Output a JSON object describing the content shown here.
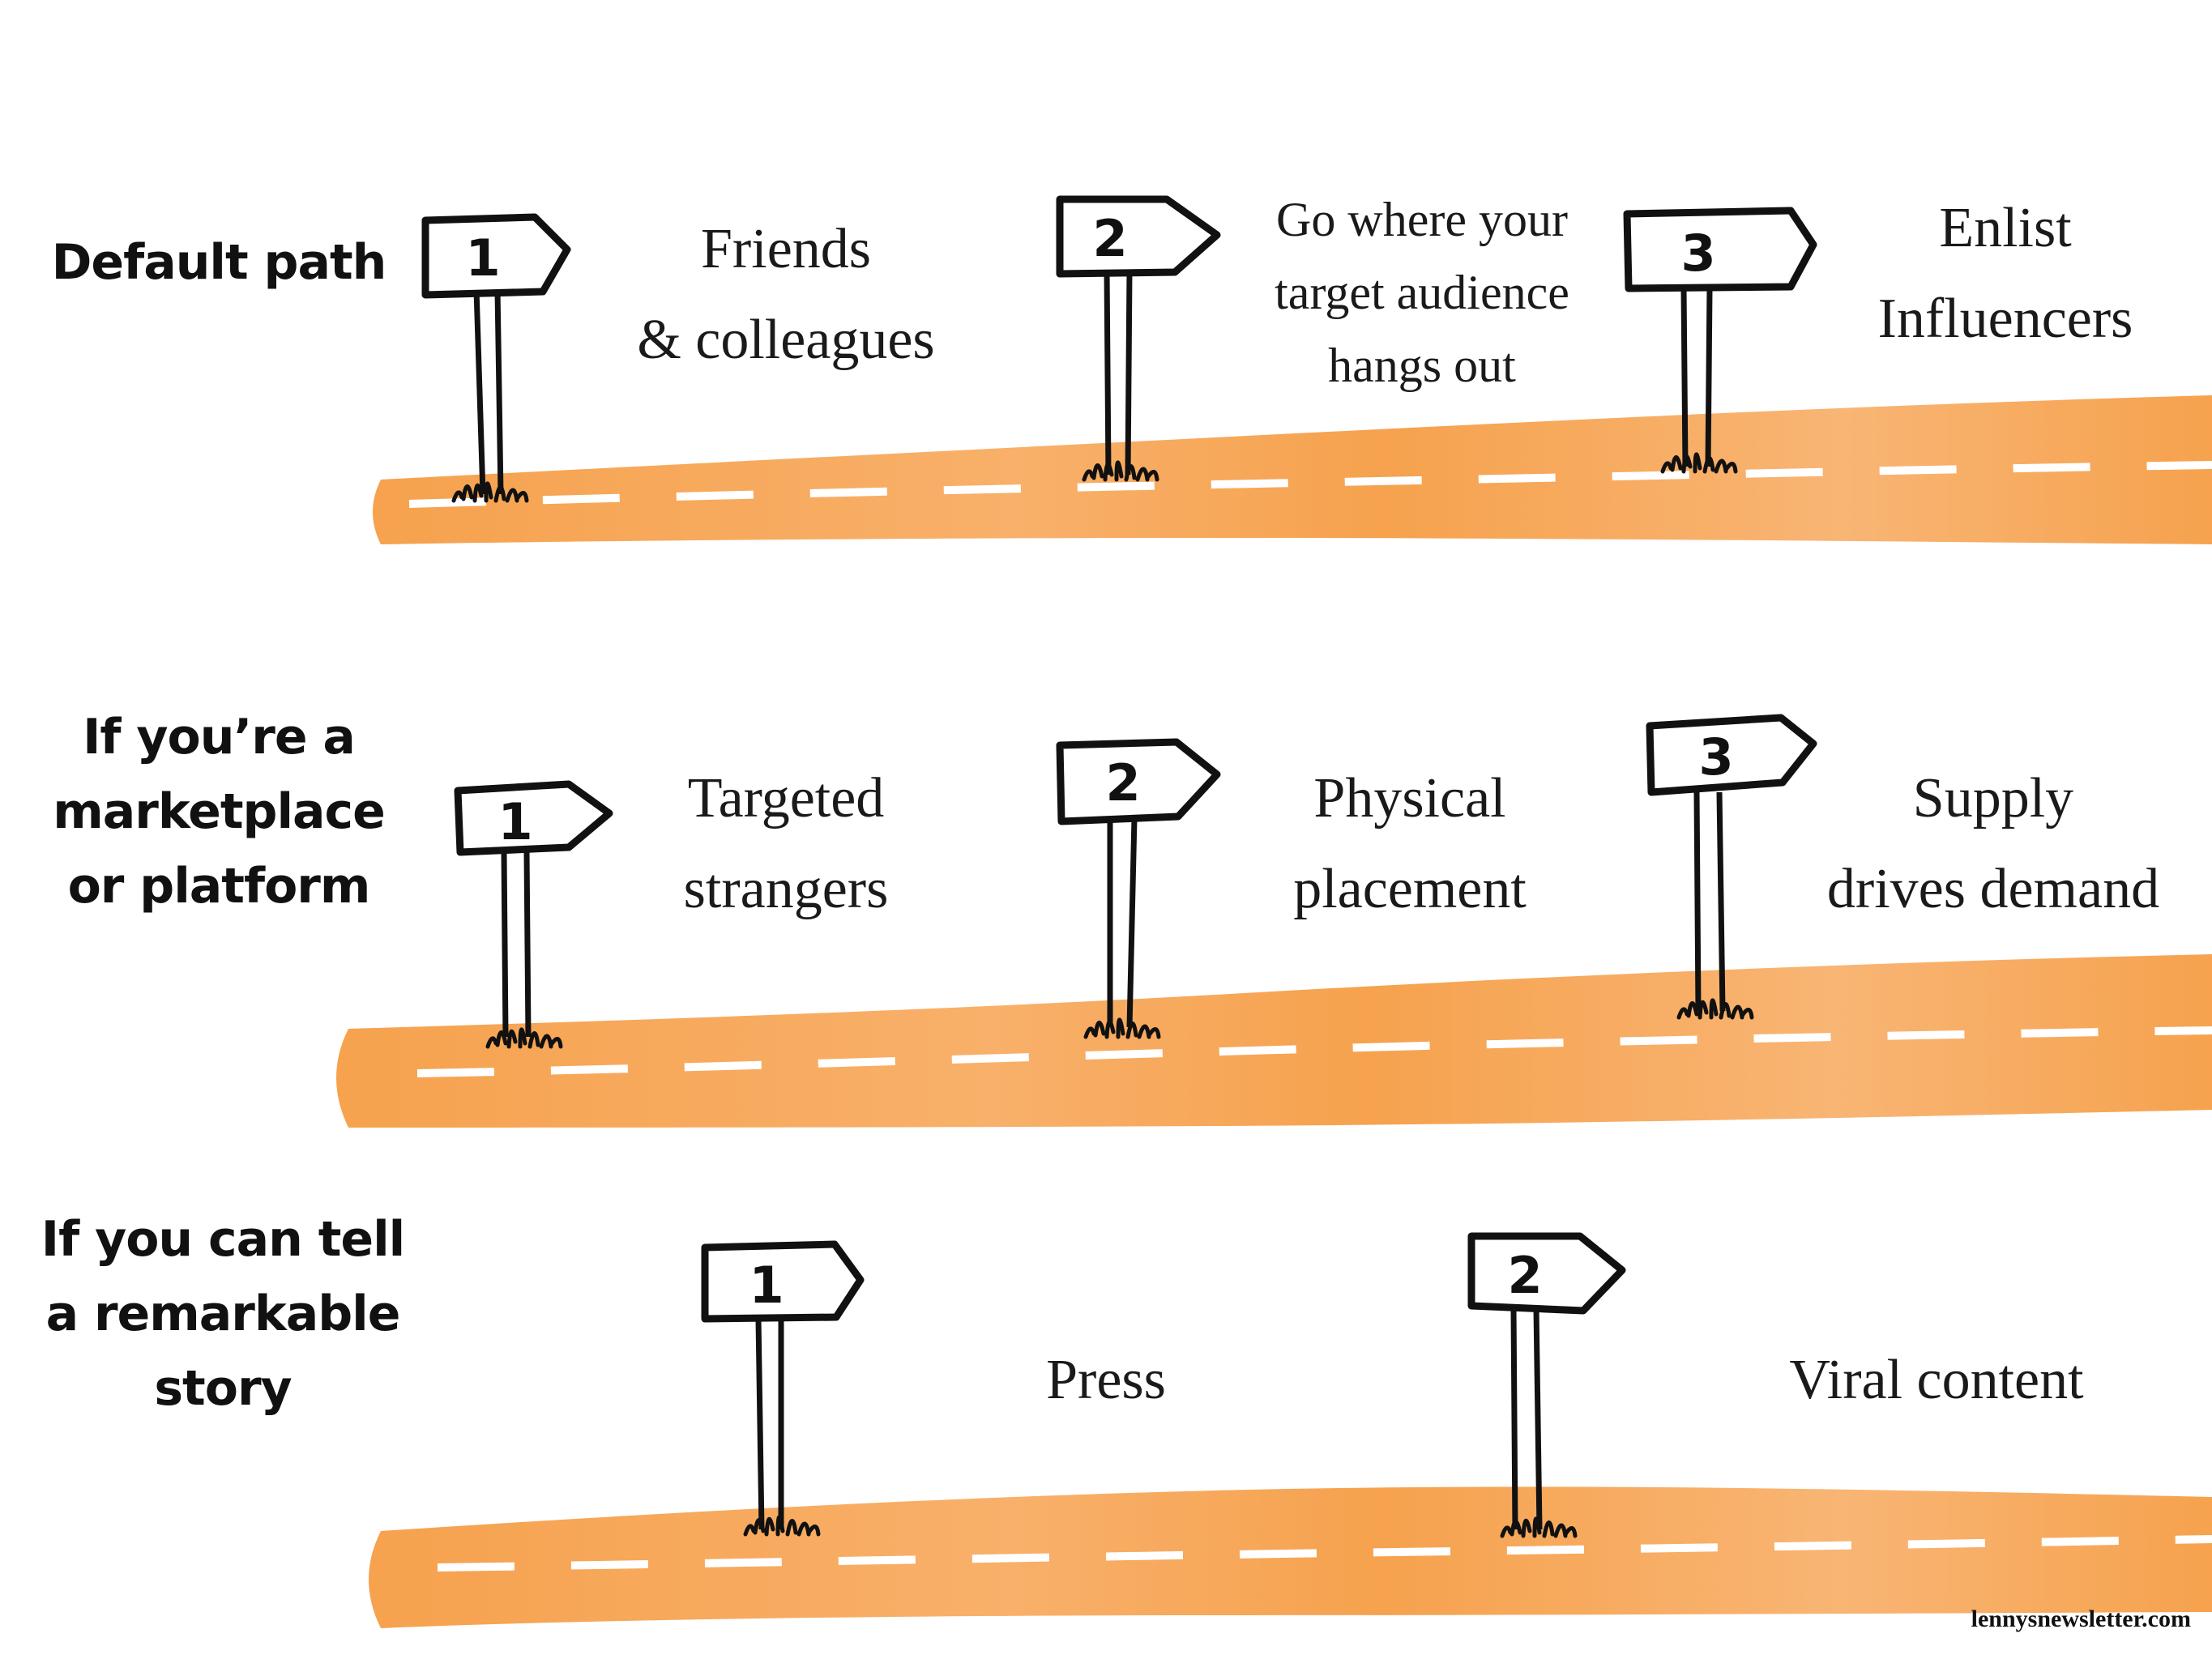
{
  "rows": [
    {
      "label": [
        "Default path"
      ],
      "steps": [
        {
          "number": "1",
          "text": [
            "Friends",
            "& colleagues"
          ]
        },
        {
          "number": "2",
          "text": [
            "Go where your",
            "target audience",
            "hangs out"
          ]
        },
        {
          "number": "3",
          "text": [
            "Enlist",
            "Influencers"
          ]
        }
      ]
    },
    {
      "label": [
        "If you’re a",
        "marketplace",
        "or platform"
      ],
      "steps": [
        {
          "number": "1",
          "text": [
            "Targeted",
            "strangers"
          ]
        },
        {
          "number": "2",
          "text": [
            "Physical",
            "placement"
          ]
        },
        {
          "number": "3",
          "text": [
            "Supply",
            "drives demand"
          ]
        }
      ]
    },
    {
      "label": [
        "If you can tell",
        "a remarkable",
        "story"
      ],
      "steps": [
        {
          "number": "1",
          "text": [
            "Press"
          ]
        },
        {
          "number": "2",
          "text": [
            "Viral content"
          ]
        }
      ]
    }
  ],
  "credit": "lennysnewsletter.com",
  "colors": {
    "road": "#F6A24E",
    "road_light": "#F9BD7C",
    "ink": "#111111",
    "lane": "#ffffff"
  }
}
